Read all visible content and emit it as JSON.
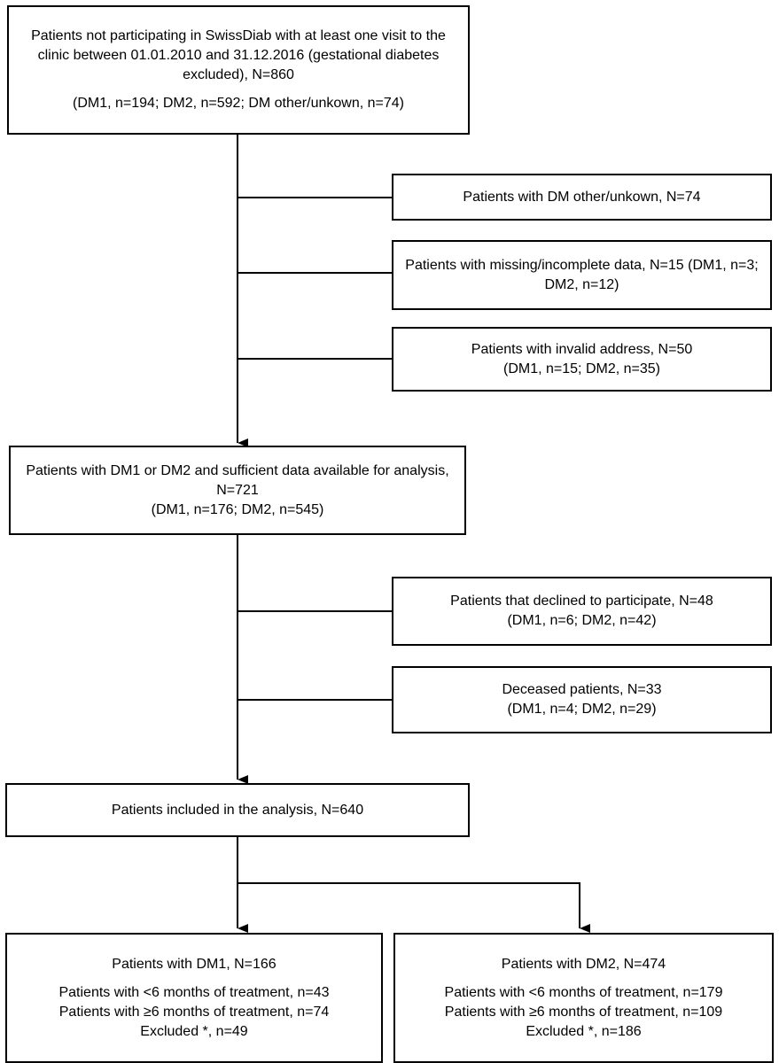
{
  "diagram": {
    "start_box": {
      "line1": "Patients not participating in SwissDiab with at least one visit to the",
      "line2": "clinic between 01.01.2010 and 31.12.2016 (gestational diabetes",
      "line3": "excluded), N=860",
      "line4": "(DM1, n=194; DM2, n=592; DM other/unkown, n=74)"
    },
    "exclusion_dm_other": {
      "line1": "Patients with DM other/unkown, N=74"
    },
    "exclusion_missing": {
      "line1": "Patients with missing/incomplete data, N=15 (DM1, n=3;",
      "line2": "DM2, n=12)"
    },
    "exclusion_address": {
      "line1": "Patients with invalid address, N=50",
      "line2": "(DM1, n=15; DM2, n=35)"
    },
    "sufficient_box": {
      "line1": "Patients with DM1 or DM2 and sufficient data available for analysis,",
      "line2": "N=721",
      "line3": "(DM1, n=176; DM2, n=545)"
    },
    "exclusion_declined": {
      "line1": "Patients that declined to participate, N=48",
      "line2": "(DM1, n=6; DM2, n=42)"
    },
    "exclusion_deceased": {
      "line1": "Deceased patients, N=33",
      "line2": "(DM1, n=4; DM2, n=29)"
    },
    "included_box": {
      "line1": "Patients included in the analysis, N=640"
    },
    "dm1_box": {
      "line1": "Patients with DM1, N=166",
      "line2": "Patients with <6 months of treatment, n=43",
      "line3": "Patients with ≥6 months of treatment, n=74",
      "line4": "Excluded *, n=49"
    },
    "dm2_box": {
      "line1": "Patients with DM2, N=474",
      "line2": "Patients with <6 months of treatment, n=179",
      "line3": "Patients with ≥6 months of treatment, n=109",
      "line4": "Excluded *, n=186"
    }
  }
}
